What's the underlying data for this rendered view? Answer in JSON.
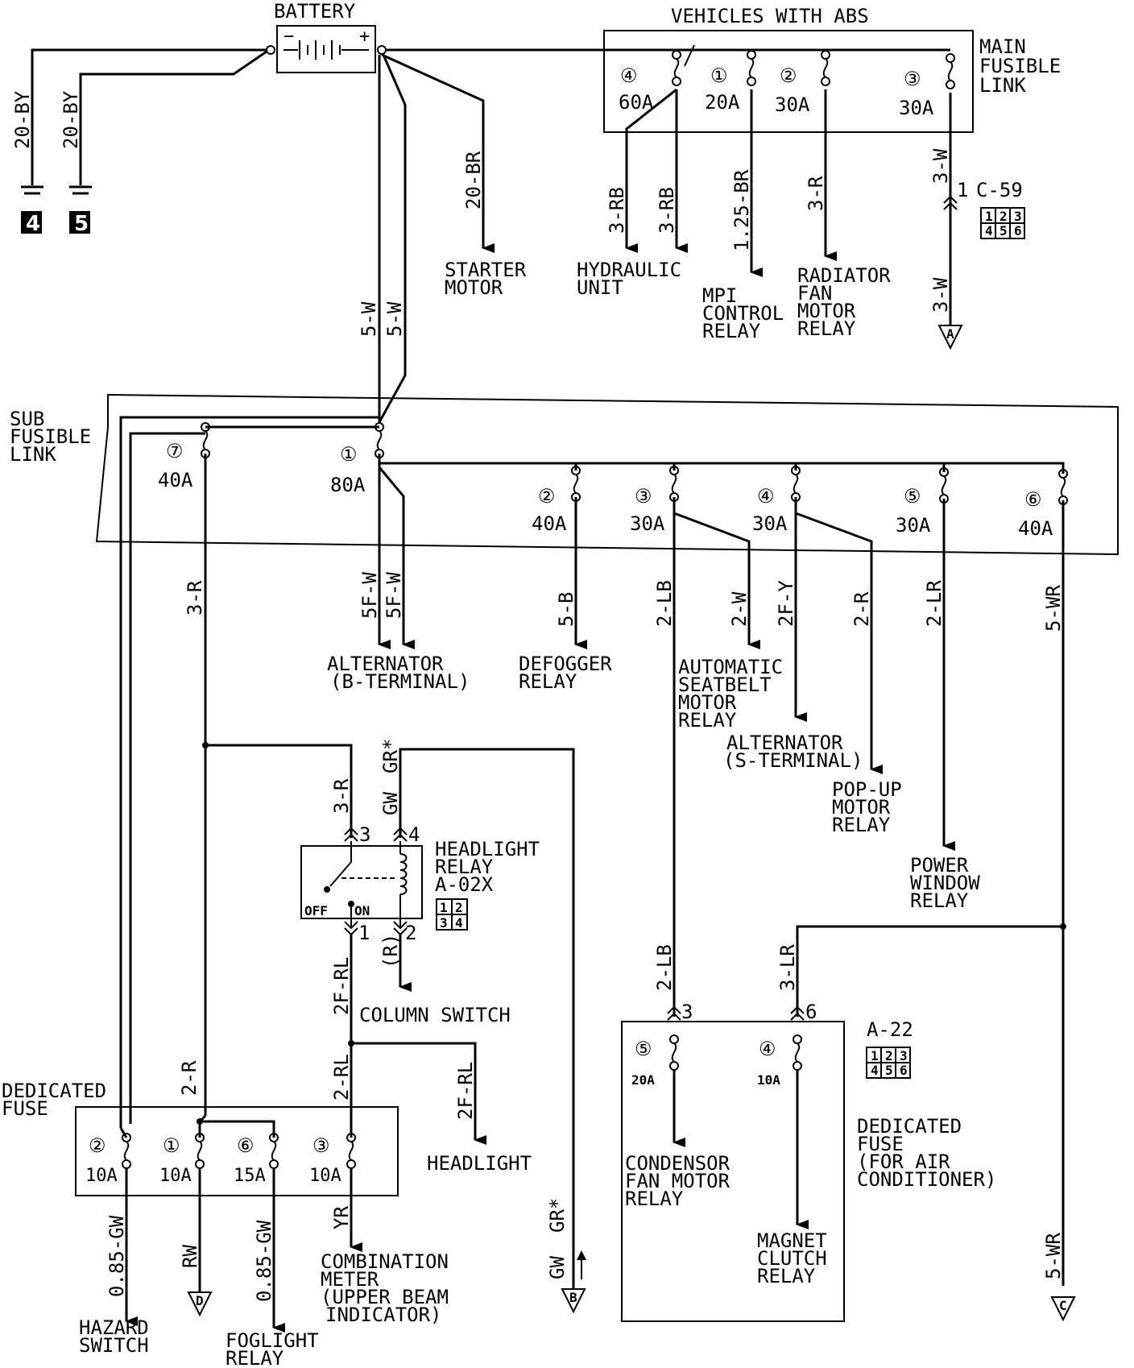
{
  "battery": {
    "label": "BATTERY",
    "minus": "−",
    "plus": "+"
  },
  "abs_label": "VEHICLES WITH ABS",
  "main_fusible_link": {
    "label": [
      "MAIN",
      "FUSIBLE",
      "LINK"
    ],
    "fuses": [
      {
        "num": "④",
        "amp": "60A"
      },
      {
        "num": "①",
        "amp": "20A"
      },
      {
        "num": "②",
        "amp": "30A"
      },
      {
        "num": "③",
        "amp": "30A"
      }
    ]
  },
  "grounds": [
    {
      "wire": "20-BY",
      "num": "4"
    },
    {
      "wire": "20-BY",
      "num": "5"
    }
  ],
  "starter": {
    "wire": "20-BR",
    "label": [
      "STARTER",
      "MOTOR"
    ]
  },
  "hydraulic": {
    "wires": [
      "3-RB",
      "3-RB"
    ],
    "label": [
      "HYDRAULIC",
      "UNIT"
    ]
  },
  "mpi": {
    "wire": "1.25-BR",
    "label": [
      "MPI",
      "CONTROL",
      "RELAY"
    ]
  },
  "radiator": {
    "wire": "3-R",
    "label": [
      "RADIATOR",
      "FAN",
      "MOTOR",
      "RELAY"
    ]
  },
  "c59": {
    "wire_top": "3-W",
    "pin": "1",
    "connector": "C-59",
    "wire_bottom": "3-W",
    "terminal": "A",
    "grid": [
      "1",
      "2",
      "3",
      "4",
      "5",
      "6"
    ]
  },
  "battery_to_sub_wires": [
    "5-W",
    "5-W"
  ],
  "sub_fusible_link": {
    "label": [
      "SUB",
      "FUSIBLE",
      "LINK"
    ],
    "fuses": [
      {
        "num": "⑦",
        "amp": "40A"
      },
      {
        "num": "①",
        "amp": "80A"
      },
      {
        "num": "②",
        "amp": "40A"
      },
      {
        "num": "③",
        "amp": "30A"
      },
      {
        "num": "④",
        "amp": "30A"
      },
      {
        "num": "⑤",
        "amp": "30A"
      },
      {
        "num": "⑥",
        "amp": "40A"
      }
    ]
  },
  "outputs": {
    "w3r": "3-R",
    "alt_b": {
      "wires": [
        "5F-W",
        "5F-W"
      ],
      "label": [
        "ALTERNATOR",
        "(B-TERMINAL)"
      ]
    },
    "defogger": {
      "wire": "5-B",
      "label": [
        "DEFOGGER",
        "RELAY"
      ]
    },
    "w2lb": "2-LB",
    "seatbelt": {
      "wire": "2-W",
      "label": [
        "AUTOMATIC",
        "SEATBELT",
        "MOTOR",
        "RELAY"
      ]
    },
    "alt_s": {
      "wire": "2F-Y",
      "label": [
        "ALTERNATOR",
        "(S-TERMINAL)"
      ]
    },
    "popup": {
      "wire": "2-R",
      "label": [
        "POP-UP",
        "MOTOR",
        "RELAY"
      ]
    },
    "power_window": {
      "wire": "2-LR",
      "label": [
        "POWER",
        "WINDOW",
        "RELAY"
      ]
    },
    "w5wr": "5-WR"
  },
  "headlight_relay": {
    "label": [
      "HEADLIGHT",
      "RELAY",
      "A-02X"
    ],
    "pin3": "3",
    "pin4": "4",
    "pin1": "1",
    "pin2": "2",
    "wire3": "3-R",
    "wire4": "GW",
    "wire_gr": "GR*",
    "off": "OFF",
    "on": "ON",
    "wire1": "2F-RL",
    "wire2": "(R)",
    "grid": [
      "1",
      "2",
      "3",
      "4"
    ]
  },
  "column_switch": "COLUMN SWITCH",
  "headlight": {
    "wire": "2F-RL",
    "label": "HEADLIGHT"
  },
  "dedicated_fuse": {
    "label": [
      "DEDICATED",
      "FUSE"
    ],
    "fuses": [
      {
        "num": "②",
        "amp": "10A"
      },
      {
        "num": "①",
        "amp": "10A"
      },
      {
        "num": "⑥",
        "amp": "15A"
      },
      {
        "num": "③",
        "amp": "10A"
      }
    ],
    "wire_in1": "2-R",
    "wire_in3": "2-RL"
  },
  "bottom": {
    "hazard": {
      "wire": "0.85-GW",
      "label": [
        "HAZARD",
        "SWITCH"
      ]
    },
    "d": {
      "wire": "RW",
      "terminal": "D"
    },
    "foglight": {
      "wire": "0.85-GW",
      "label": [
        "FOGLIGHT",
        "RELAY"
      ]
    },
    "combo": {
      "wire": "YR",
      "label": [
        "COMBINATION",
        "METER",
        "(UPPER BEAM",
        "INDICATOR)"
      ]
    },
    "b": {
      "wire1": "GW",
      "wire2": "GR*",
      "terminal": "B"
    }
  },
  "ac": {
    "connector": "A-22",
    "grid": [
      "1",
      "2",
      "3",
      "4",
      "5",
      "6"
    ],
    "pin3": "3",
    "pin6": "6",
    "wire_lb": "2-LB",
    "wire_lr": "3-LR",
    "fuse5": {
      "num": "⑤",
      "amp": "20A"
    },
    "fuse4": {
      "num": "④",
      "amp": "10A"
    },
    "label": [
      "DEDICATED",
      "FUSE",
      "(FOR AIR",
      "CONDITIONER)"
    ],
    "condensor": [
      "CONDENSOR",
      "FAN MOTOR",
      "RELAY"
    ],
    "magnet": [
      "MAGNET",
      "CLUTCH",
      "RELAY"
    ],
    "c": {
      "wire": "5-WR",
      "terminal": "C"
    }
  }
}
